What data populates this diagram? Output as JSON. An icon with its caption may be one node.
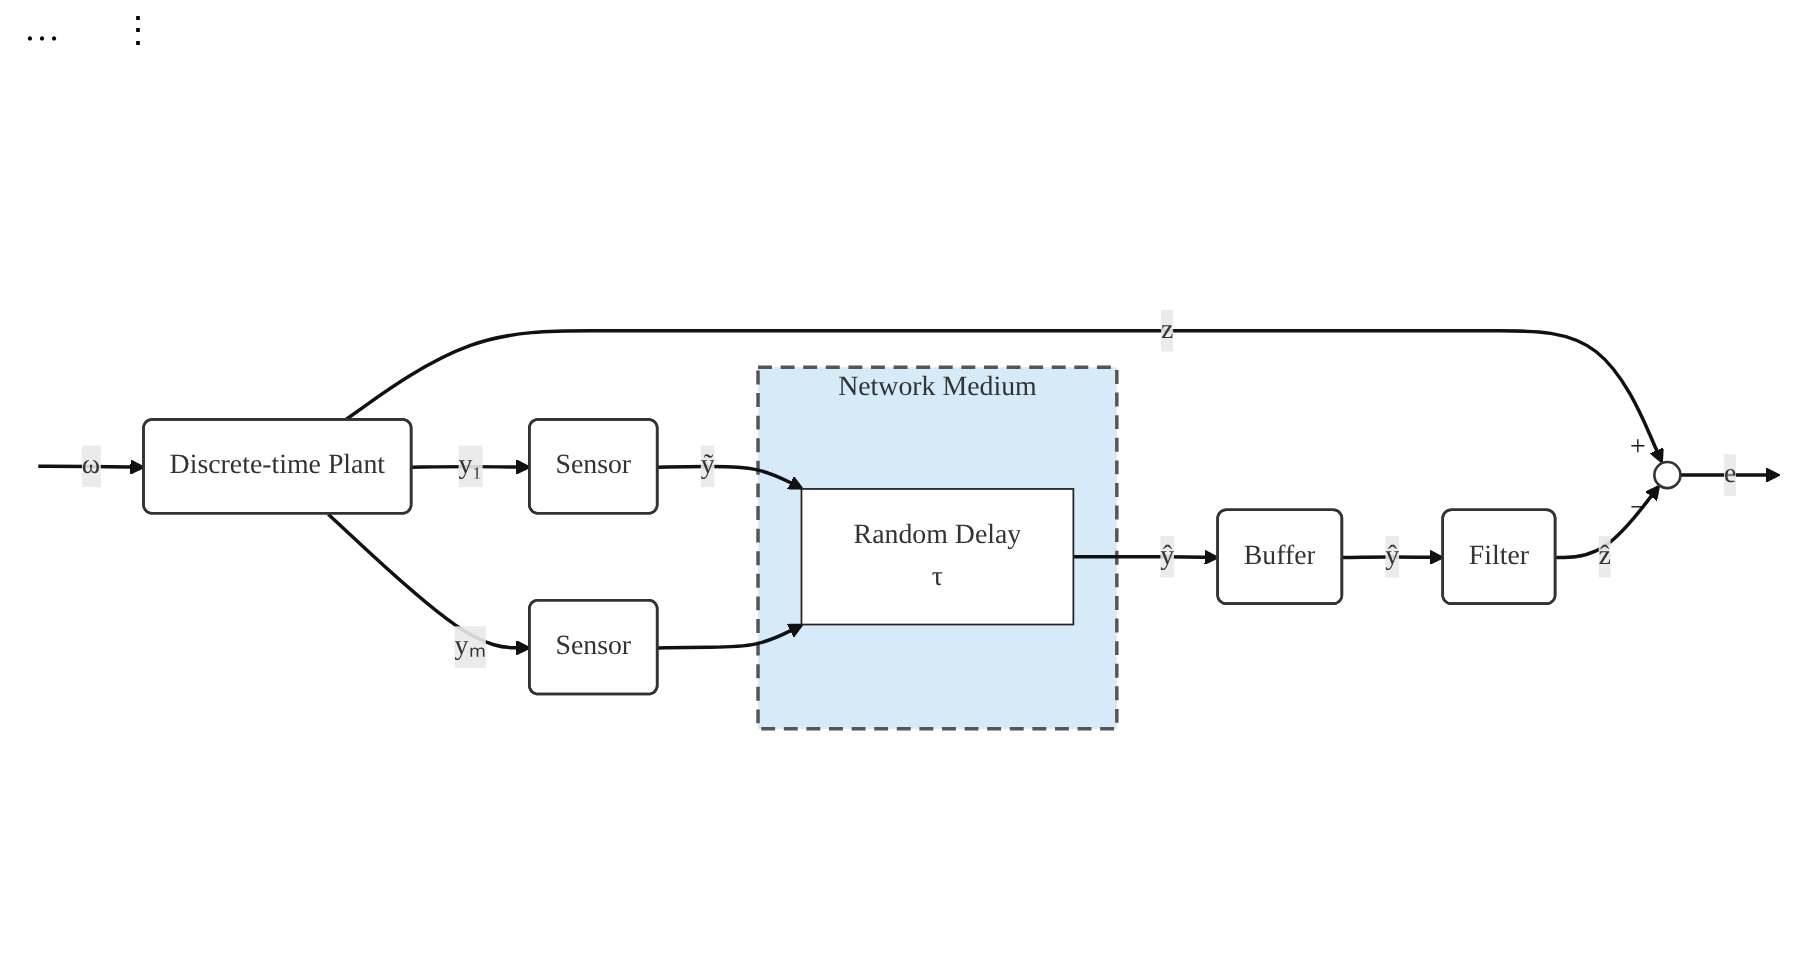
{
  "diagram": {
    "nodes": [
      {
        "text": [
          "Discrete-time Plant"
        ]
      },
      {
        "text": [
          "Sensor"
        ]
      },
      {
        "text": [
          "Sensor"
        ]
      },
      {
        "text": [
          "Network Medium"
        ]
      },
      {
        "text": [
          "Random Delay",
          "τ"
        ],
        "in": 3
      },
      {
        "text": [
          "Buffer"
        ]
      },
      {
        "text": [
          "Filter"
        ]
      },
      {
        "text": [],
        "shape": "circle",
        "beside": [
          "+",
          "−"
        ]
      }
    ],
    "edges": [
      {
        "from": null,
        "to": 0,
        "arrow": "to",
        "label": "ω"
      },
      {
        "from": 0,
        "to": 7,
        "arrow": "to",
        "label": "z"
      },
      {
        "from": 0,
        "to": 1,
        "arrow": "to",
        "label": "y₁"
      },
      {
        "from": 0,
        "to": 2,
        "arrow": "to",
        "label": "yₘ"
      },
      {
        "from": 1,
        "to": 4,
        "arrow": "to",
        "label": "ỹ"
      },
      {
        "from": 2,
        "to": 4,
        "arrow": "to"
      },
      {
        "from": 4,
        "to": 5,
        "arrow": "to",
        "label": "ŷ"
      },
      {
        "from": 5,
        "to": 6,
        "arrow": "to",
        "label": "ŷ"
      },
      {
        "from": 6,
        "to": 7,
        "arrow": "to",
        "label": "ẑ"
      },
      {
        "from": 7,
        "to": null,
        "arrow": "to",
        "label": "e"
      }
    ],
    "labels": [
      "…",
      "⋮"
    ]
  }
}
